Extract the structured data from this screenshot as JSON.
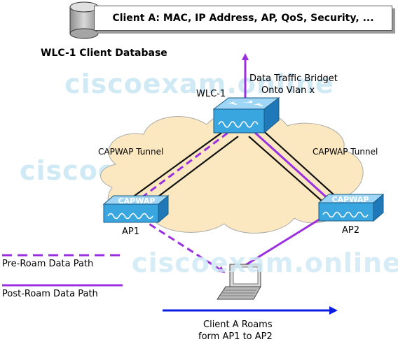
{
  "client_info_box": "Client A: MAC, IP Address, AP, QoS, Security, ...",
  "database_label": "WLC-1 Client Database",
  "wlc_label": "WLC-1",
  "data_traffic_label_line1": "Data Traffic Bridget",
  "data_traffic_label_line2": "Onto Vlan x",
  "capwap_tunnel_left": "CAPWAP Tunnel",
  "capwap_tunnel_right": "CAPWAP Tunnel",
  "ap1_label": "AP1",
  "ap2_label": "AP2",
  "ap_badge_text": "CAPWAP",
  "legend": {
    "pre_roam": "Pre-Roam Data Path",
    "post_roam": "Post-Roam Data Path"
  },
  "roam_caption_line1": "Client A Roams",
  "roam_caption_line2": "form AP1 to AP2",
  "watermark_text_1": "ciscoexam.online",
  "watermark_text_2": "ciscoexam.online",
  "watermark_text_3": "ciscoe",
  "colors": {
    "path": "#9b30e0",
    "roam_arrow": "#0b1de0",
    "cloud": "#fbe8c0",
    "device_blue": "#3aa6e0"
  }
}
